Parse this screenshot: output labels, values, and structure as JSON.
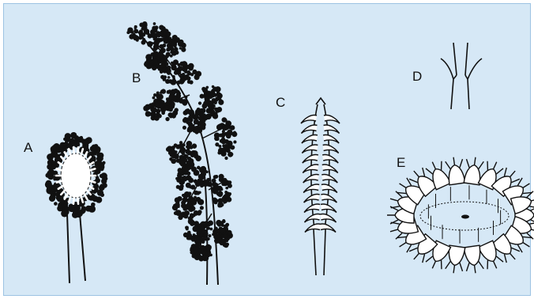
{
  "figure": {
    "background_color": "#d6e8f6",
    "ink_color": "#111111",
    "labels": {
      "a": "A",
      "b": "B",
      "c": "C",
      "d": "D",
      "e": "E"
    }
  }
}
